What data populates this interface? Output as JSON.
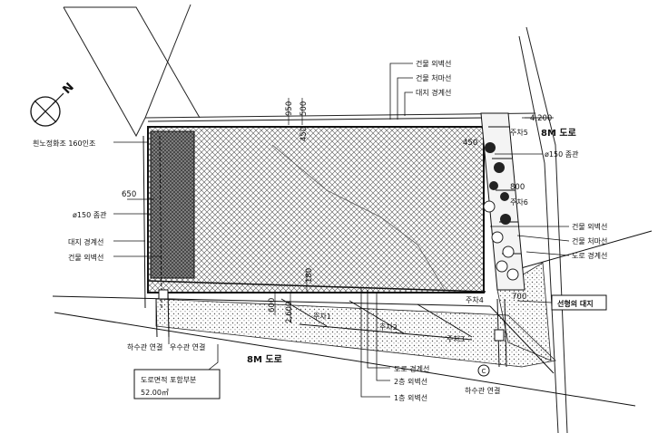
{
  "north": {
    "symbol": "N"
  },
  "labels": {
    "top_left": "흰노정화조 160인조",
    "left_water": "ø150 좀관",
    "left_site": "대지 경계선",
    "left_wall": "건물 외벽선",
    "top_wall": "건물 외벽선",
    "top_eave": "건물 처마선",
    "top_site": "대지 경계선",
    "right_water": "ø150 좀관",
    "right_wall": "건물 외벽선",
    "right_eave": "건물 처마선",
    "right_road": "도로 경계선",
    "right_boxed": "선형의 대지",
    "left_sewer": "하수관 연결",
    "left_rain": "우수관 연결",
    "bottom_road": "도로 경계선",
    "bottom_2f": "2층 외벽선",
    "bottom_1f": "1층 외벽선",
    "bottom_sewer": "하수관 연결",
    "road_area_line1": "도로면적 포함부분",
    "road_area_line2": "52.00㎡"
  },
  "roads": {
    "top_right": "8M 도로",
    "bottom": "8M 도로"
  },
  "parking": [
    "주차1",
    "주차2",
    "주차3",
    "주차4",
    "주차5",
    "주차6"
  ],
  "dimensions": {
    "d950": "950",
    "d500": "500",
    "d450": "450",
    "d4200": "4,200",
    "d450b": "450",
    "d800": "800",
    "d650": "650",
    "d600": "600",
    "d2600": "2,600",
    "d180": "180",
    "d700": "700"
  },
  "symbol_c": "C"
}
